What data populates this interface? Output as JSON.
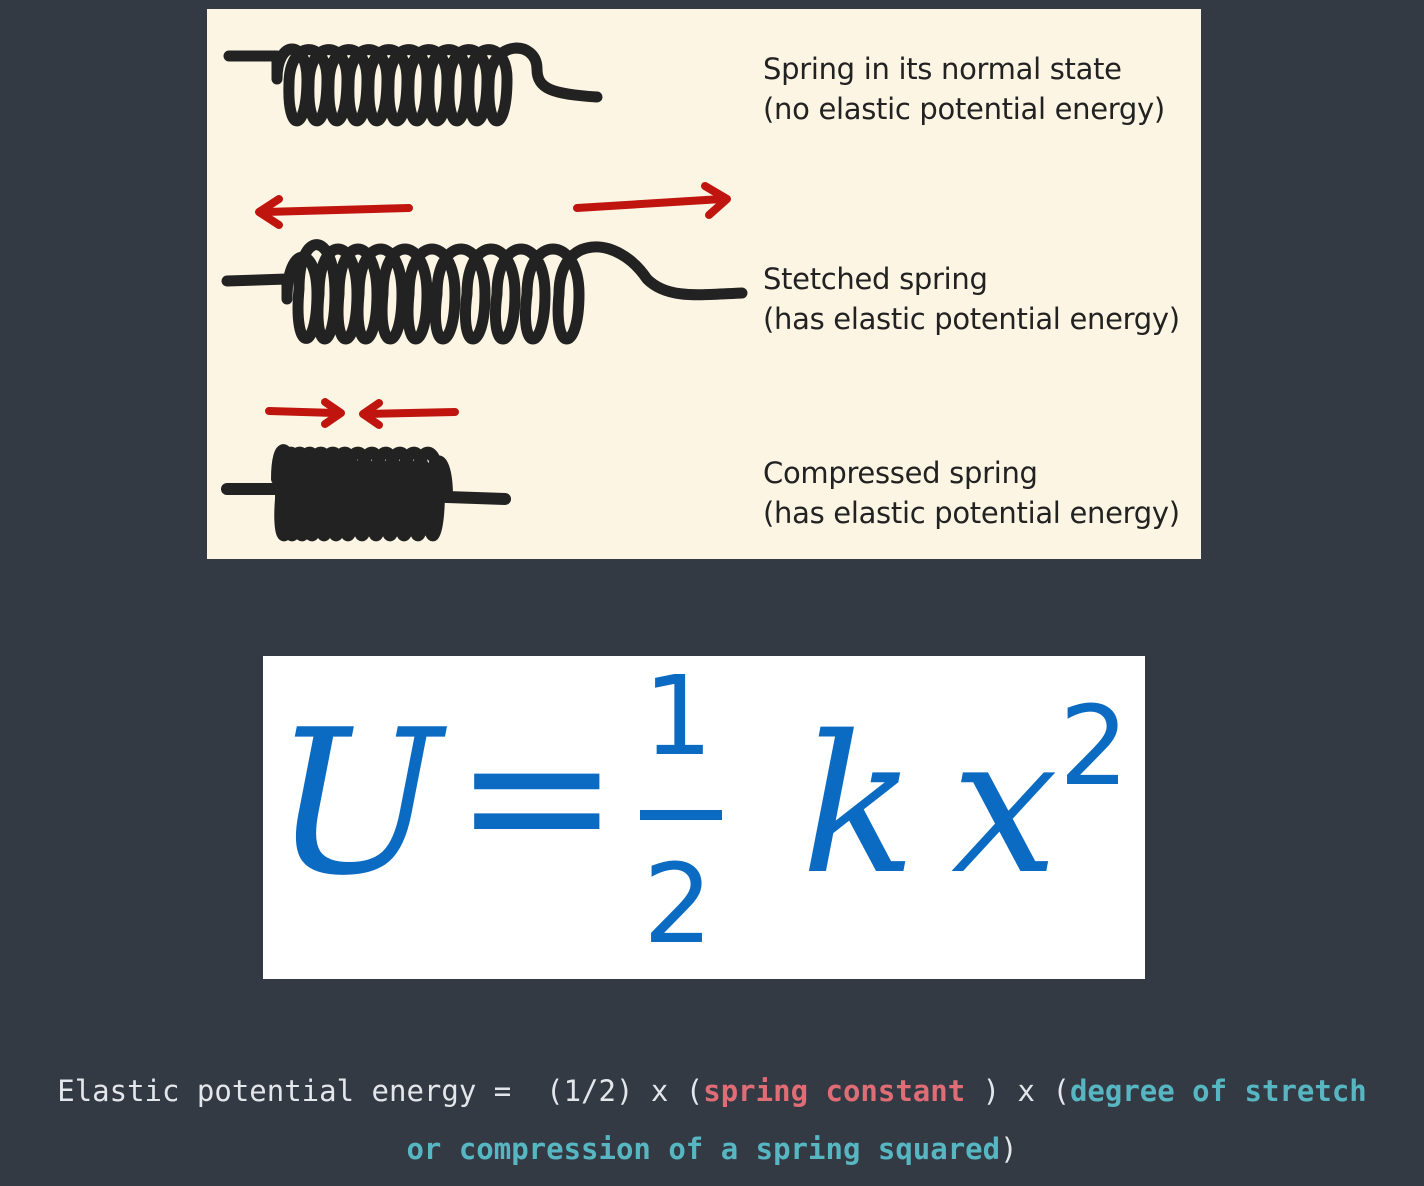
{
  "figure": {
    "normal": {
      "line1": "Spring in its normal state",
      "line2": "(no elastic potential energy)"
    },
    "stretched": {
      "line1": "Stetched spring",
      "line2": "(has elastic potential energy)"
    },
    "compressed": {
      "line1": "Compressed spring",
      "line2": "(has elastic potential energy)"
    },
    "colors": {
      "background": "#fcf5e3",
      "spring": "#222222",
      "arrow": "#c0150f"
    }
  },
  "formula": {
    "lhs": "U",
    "equals": "=",
    "numerator": "1",
    "denominator": "2",
    "k": "k",
    "x": "x",
    "exponent": "2",
    "color": "#0b6bc2"
  },
  "description": {
    "prefix": "Elastic potential energy =  (1/2) x (",
    "spring_constant": "spring constant",
    "middle": " ) x (",
    "stretch_part1": "degree of stretch",
    "stretch_part2": "or compression of a spring squared",
    "suffix": ")"
  }
}
